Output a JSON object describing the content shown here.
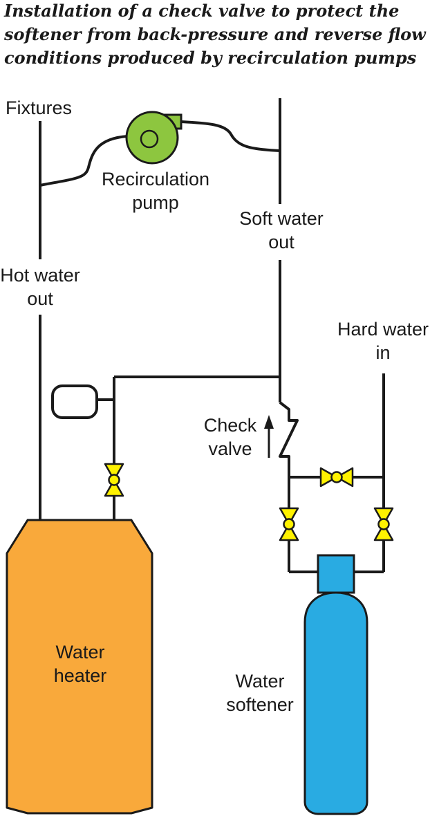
{
  "title": {
    "line1": "Installation of a check valve to protect the",
    "line2": "softener from back-pressure and reverse flow",
    "line3": "conditions produced by recirculation pumps"
  },
  "labels": {
    "fixtures": "Fixtures",
    "recirc_line1": "Recirculation",
    "recirc_line2": "pump",
    "soft_line1": "Soft water",
    "soft_line2": "out",
    "hot_line1": "Hot water",
    "hot_line2": "out",
    "hard_line1": "Hard water",
    "hard_line2": "in",
    "check_line1": "Check",
    "check_line2": "valve",
    "heater_line1": "Water",
    "heater_line2": "heater",
    "softener_line1": "Water",
    "softener_line2": "softener"
  },
  "colors": {
    "pump": "#8dc63f",
    "heater": "#f9a93b",
    "softener": "#29abe2",
    "valve": "#fff200",
    "pipe": "#1a1a1a"
  }
}
